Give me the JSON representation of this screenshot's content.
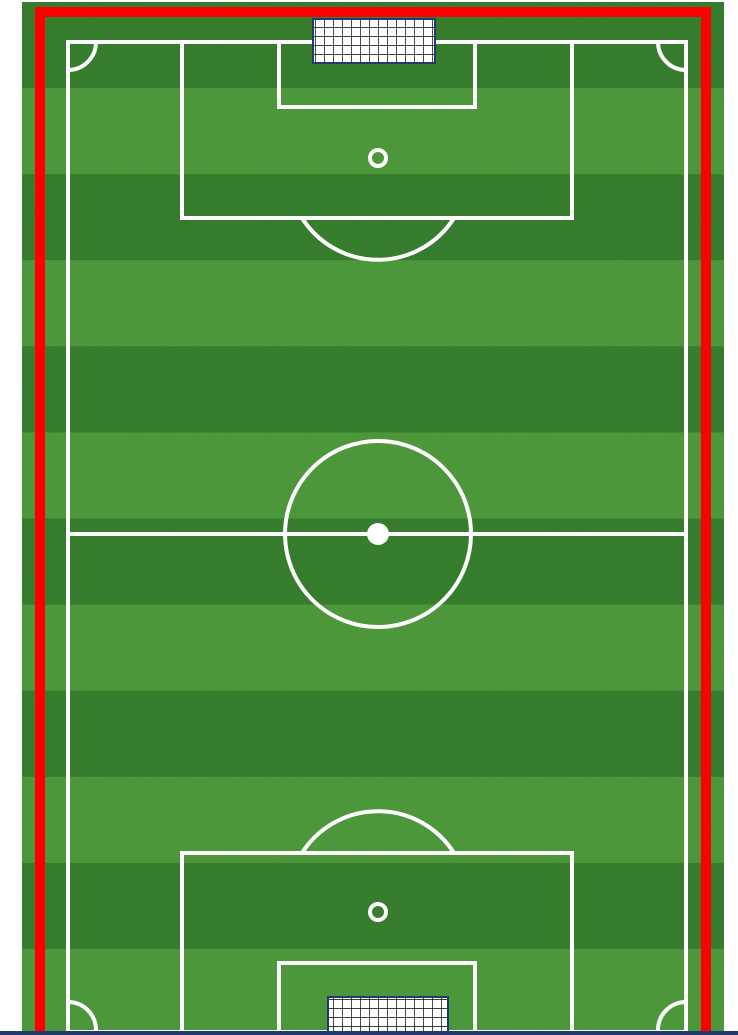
{
  "pitch": {
    "name": "",
    "colors": {
      "grass_light": "#4a9a3a",
      "grass_dark": "#2f7a2a",
      "line": "#ffffff",
      "boundary": "#ff0000",
      "goal_net_fill": "#ffffff",
      "goal_net_line": "#000000",
      "bottom_bar": "#1f3b6e"
    },
    "stripes": 12,
    "orientation": "vertical",
    "goals": [
      "top",
      "bottom"
    ]
  }
}
